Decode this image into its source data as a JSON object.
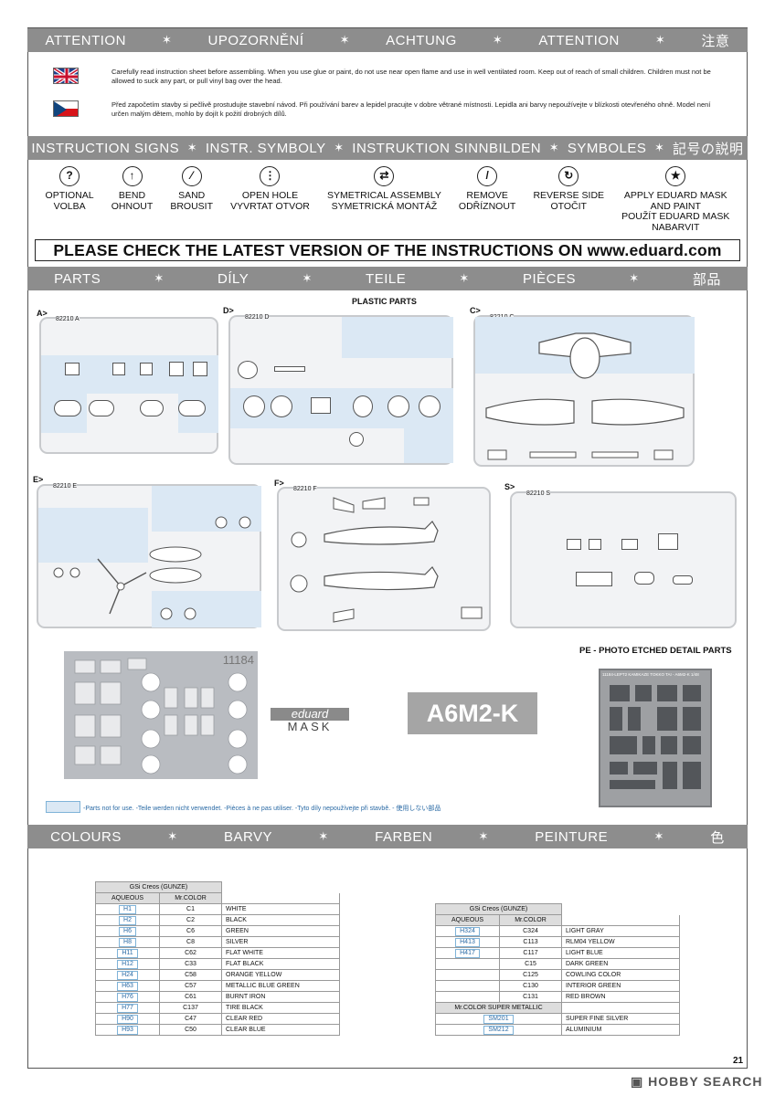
{
  "attention": [
    "ATTENTION",
    "UPOZORNĚNÍ",
    "ACHTUNG",
    "ATTENTION",
    "注意"
  ],
  "warnings": {
    "en": "Carefully read instruction sheet before assembling. When you use glue or paint, do not use near open flame and use in well ventilated room. Keep out of reach of small children. Children must not be allowed to suck any part, or pull vinyl bag over the head.",
    "cz": "Před započetím stavby si pečlivě prostudujte stavební návod. Při používání barev a lepidel pracujte v dobre větrané místnosti. Lepidla ani barvy nepoužívejte v blízkosti otevřeného ohně. Model není určen malým dětem, mohlo by dojít k požití drobných dílů."
  },
  "signs_band": [
    "INSTRUCTION SIGNS",
    "INSTR. SYMBOLY",
    "INSTRUKTION SINNBILDEN",
    "SYMBOLES",
    "記号の説明"
  ],
  "signs": [
    {
      "icon": "?",
      "label": "OPTIONAL\nVOLBA"
    },
    {
      "icon": "↑",
      "label": "BEND\nOHNOUT"
    },
    {
      "icon": "⁄",
      "label": "SAND\nBROUSIT"
    },
    {
      "icon": "⋮",
      "label": "OPEN HOLE\nVYVRTAT OTVOR"
    },
    {
      "icon": "⇄",
      "label": "SYMETRICAL ASSEMBLY\nSYMETRICKÁ MONTÁŽ"
    },
    {
      "icon": "/",
      "label": "REMOVE\nODŘÍZNOUT"
    },
    {
      "icon": "↻",
      "label": "REVERSE SIDE\nOTOČIT"
    },
    {
      "icon": "★",
      "label": "APPLY EDUARD MASK\nAND PAINT\nPOUŽÍT EDUARD MASK\nNABARVIT"
    }
  ],
  "check": "PLEASE CHECK THE LATEST VERSION OF THE INSTRUCTIONS ON www.eduard.com",
  "parts_band": [
    "PARTS",
    "DÍLY",
    "TEILE",
    "PIÈCES",
    "部品"
  ],
  "plastic_parts": "PLASTIC PARTS",
  "sprues": [
    {
      "letter": "A>",
      "code": "82210 A"
    },
    {
      "letter": "D>",
      "code": "82210 D"
    },
    {
      "letter": "C>",
      "code": "82210 C"
    },
    {
      "letter": "E>",
      "code": "82210 E"
    },
    {
      "letter": "F>",
      "code": "82210 F"
    },
    {
      "letter": "S>",
      "code": "82210 S"
    }
  ],
  "mask_number": "11184",
  "mask_brand": "eduard",
  "mask_word": "MASK",
  "model": "A6M2-K",
  "pe_title": "PE - PHOTO ETCHED DETAIL PARTS",
  "pe_label": "11184-LEPT2 KAMIKAZE TOKKO TAI - A6M2-K 1/48",
  "not_for_use": "-Parts not for use. -Teile werden nicht verwendet. -Pièces à ne pas utiliser. -Tyto díly nepoužívejte při stavbě. -   使用しない部品",
  "colours_band": [
    "COLOURS",
    "BARVY",
    "FARBEN",
    "PEINTURE",
    "色"
  ],
  "table1": {
    "brand": "GSi Creos (GUNZE)",
    "h1": "AQUEOUS",
    "h2": "Mr.COLOR",
    "rows": [
      [
        "H1",
        "C1",
        "WHITE"
      ],
      [
        "H2",
        "C2",
        "BLACK"
      ],
      [
        "H6",
        "C6",
        "GREEN"
      ],
      [
        "H8",
        "C8",
        "SILVER"
      ],
      [
        "H11",
        "C62",
        "FLAT WHITE"
      ],
      [
        "H12",
        "C33",
        "FLAT BLACK"
      ],
      [
        "H24",
        "C58",
        "ORANGE YELLOW"
      ],
      [
        "H63",
        "C57",
        "METALLIC BLUE GREEN"
      ],
      [
        "H76",
        "C61",
        "BURNT IRON"
      ],
      [
        "H77",
        "C137",
        "TIRE BLACK"
      ],
      [
        "H90",
        "C47",
        "CLEAR RED"
      ],
      [
        "H93",
        "C50",
        "CLEAR BLUE"
      ]
    ]
  },
  "table2": {
    "brand": "GSi Creos (GUNZE)",
    "h1": "AQUEOUS",
    "h2": "Mr.COLOR",
    "rows": [
      [
        "H324",
        "C324",
        "LIGHT GRAY"
      ],
      [
        "H413",
        "C113",
        "RLM04 YELLOW"
      ],
      [
        "H417",
        "C117",
        "LIGHT BLUE"
      ],
      [
        "",
        "C15",
        "DARK GREEN"
      ],
      [
        "",
        "C125",
        "COWLING COLOR"
      ],
      [
        "",
        "C130",
        "INTERIOR GREEN"
      ],
      [
        "",
        "C131",
        "RED BROWN"
      ]
    ],
    "metallic_header": "Mr.COLOR SUPER METALLIC",
    "metallic": [
      [
        "SM201",
        "SUPER FINE SILVER"
      ],
      [
        "SM212",
        "ALUMINIUM"
      ]
    ]
  },
  "page_number": "21",
  "watermark": "HOBBY SEARCH"
}
